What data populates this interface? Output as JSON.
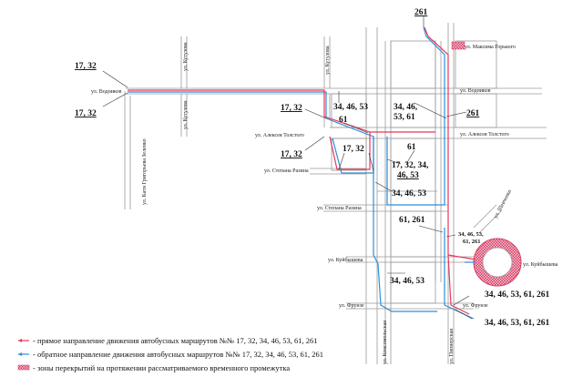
{
  "streets": {
    "maksima_gorkogo": "ул. Максима Горького",
    "vodnikov_left": "ул. Водников",
    "vodnikov_right": "ул. Водников",
    "alekseya_tolstogo_left": "ул. Алексея Толстого",
    "alekseya_tolstogo_right": "ул. Алексея Толстого",
    "stepana_razina_upper": "ул. Степана Разина",
    "stepana_razina": "ул. Степана Разина",
    "kuybysheva_left": "ул. Куйбышева",
    "kuybysheva_right": "ул. Куйбышева",
    "frunze_left": "ул. Фрунзе",
    "frunze_right": "ул. Фрунзе",
    "kutuzova_top": "ул. Кутузова",
    "kutuzova_mid": "ул. Кутузова",
    "kutuzova_right": "ул. Кутузова",
    "kati_zelenko": "ул. Кати Григорьева Зеленко",
    "komsomolskaya": "ул. Комсомольская",
    "pionerskaya": "ул. Пионерская",
    "shevchenko": "ул. Шевченко"
  },
  "routes": {
    "r_261_top": "261",
    "r_1732_a": "17, 32",
    "r_1732_b": "17, 32",
    "r_1732_c": "17, 32",
    "r_1732_d": "17, 32",
    "r_1732_e": "17, 32",
    "r_344653_a": "34, 46, 53",
    "r_344653_b1": "34, 46,",
    "r_344653_b2": "53, 61",
    "r_261_right": "261",
    "r_61_a": "61",
    "r_61_b": "61",
    "r_1732_3446_1": "17, 32, 34,",
    "r_1732_3446_2": "46, 53",
    "r_344653_c": "34, 46, 53",
    "r_61261": "61, 261",
    "r_small1": "34, 46, 53,",
    "r_small2": "61, 261",
    "r_344653_d": "34, 46, 53",
    "r_all_a": "34, 46, 53, 61, 261",
    "r_all_b": "34, 46, 53, 61, 261"
  },
  "legend": {
    "forward": "- прямое направление движения автобусных маршрутов №№ 17, 32, 34, 46, 53, 61, 261",
    "reverse": "- обратное направление движения автобусных маршрутов №№ 17, 32, 34, 46, 53, 61, 261",
    "zones": "- зоны перекрытий на протяжении рассматриваемого временного промежутка"
  },
  "colors": {
    "forward": "#e8375a",
    "reverse": "#2d8ed8",
    "closure": "#d63a62",
    "road": "#9a9a9a"
  }
}
